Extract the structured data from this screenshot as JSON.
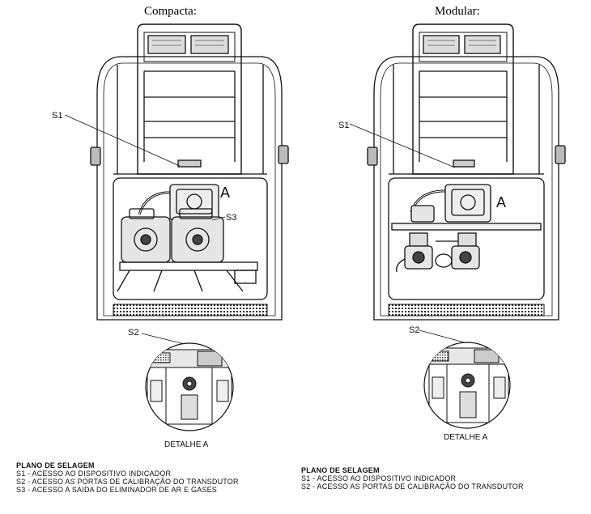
{
  "left": {
    "title": "Compacta:",
    "callouts": {
      "s1": "S1",
      "s2": "S2",
      "s3": "S3",
      "a": "A"
    },
    "detail_caption": "DETALHE A",
    "legend": {
      "heading": "PLANO DE SELAGEM",
      "lines": [
        "S1 - ACESSO AO DISPOSITIVO INDICADOR",
        "S2 - ACESSO AS PORTAS DE CALIBRAÇÃO DO TRANSDUTOR",
        "S3 - ACESSO A SAIDA DO ELIMINADOR DE AR E GASES"
      ]
    }
  },
  "right": {
    "title": "Modular:",
    "callouts": {
      "s1": "S1",
      "s2": "S2",
      "a": "A"
    },
    "detail_caption": "DETALHE A",
    "legend": {
      "heading": "PLANO DE SELAGEM",
      "lines": [
        "S1 - ACESSO AO DISPOSITIVO INDICADOR",
        "S2 - ACESSO AS PORTAS DE CALIBRAÇÃO DO TRANSDUTOR"
      ]
    }
  }
}
